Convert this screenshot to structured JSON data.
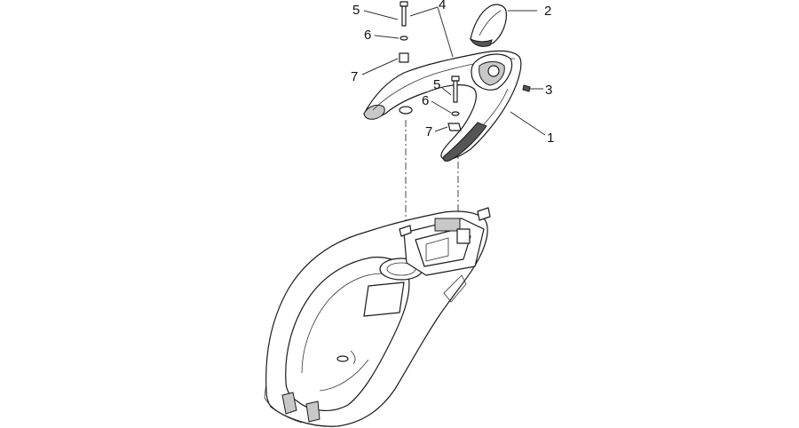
{
  "callouts": {
    "c1": "1",
    "c2": "2",
    "c3": "3",
    "c4": "4",
    "c5a": "5",
    "c5b": "5",
    "c6a": "6",
    "c6b": "6",
    "c7a": "7",
    "c7b": "7"
  }
}
